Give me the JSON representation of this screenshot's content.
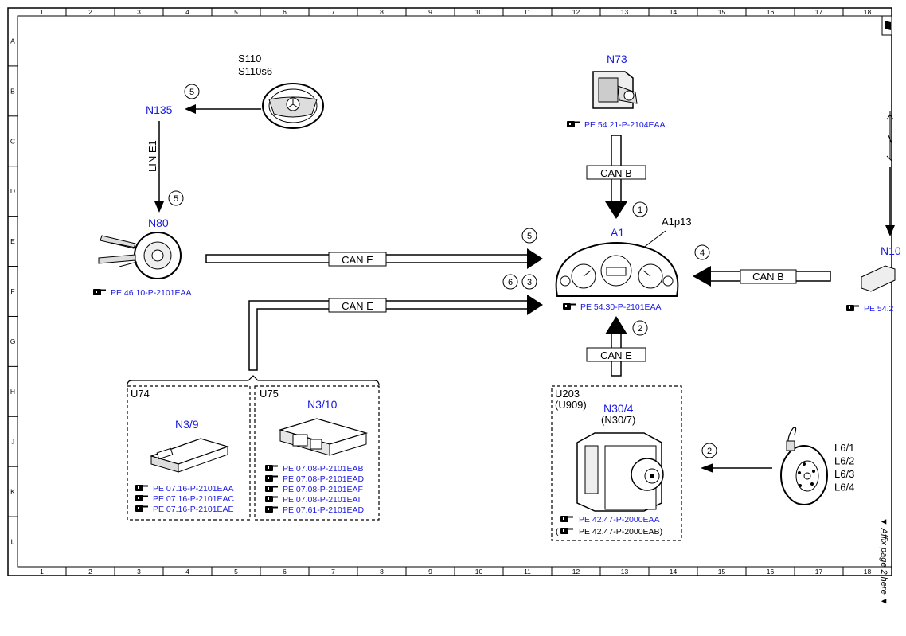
{
  "grid": {
    "cols": [
      "1",
      "2",
      "3",
      "4",
      "5",
      "6",
      "7",
      "8",
      "9",
      "10",
      "11",
      "12",
      "13",
      "14",
      "15",
      "16",
      "17",
      "18"
    ],
    "rows": [
      "A",
      "B",
      "C",
      "D",
      "E",
      "F",
      "G",
      "H",
      "J",
      "K",
      "L"
    ]
  },
  "side_note": "▼ Affix page 2 here ▼",
  "buses": {
    "lin_e1": "LIN E1",
    "can_e": "CAN E",
    "can_b": "CAN B"
  },
  "components": {
    "s110": "S110",
    "s110s6": "S110s6",
    "n135": "N135",
    "n80": "N80",
    "n80_ref": "PE 46.10-P-2101EAA",
    "n73": "N73",
    "n73_ref": "PE 54.21-P-2104EAA",
    "a1": "A1",
    "a1p13": "A1p13",
    "a1_ref": "PE 54.30-P-2101EAA",
    "n10": "N10",
    "n10_ref": "PE 54.2",
    "u74": "U74",
    "n3_9": "N3/9",
    "n3_9_refs": [
      "PE 07.16-P-2101EAA",
      "PE 07.16-P-2101EAC",
      "PE 07.16-P-2101EAE"
    ],
    "u75": "U75",
    "n3_10": "N3/10",
    "n3_10_refs": [
      "PE 07.08-P-2101EAB",
      "PE 07.08-P-2101EAD",
      "PE 07.08-P-2101EAF",
      "PE 07.08-P-2101EAI",
      "PE 07.61-P-2101EAD"
    ],
    "u203": "U203",
    "u909": "(U909)",
    "n30_4": "N30/4",
    "n30_7": "(N30/7)",
    "n30_ref1": "PE 42.47-P-2000EAA",
    "n30_ref2": "PE 42.47-P-2000EAB)",
    "n30_ref2_open": "(",
    "l6": [
      "L6/1",
      "L6/2",
      "L6/3",
      "L6/4"
    ]
  },
  "steps": {
    "s5a": "5",
    "s5b": "5",
    "s5c": "5",
    "s1": "1",
    "s2a": "2",
    "s2b": "2",
    "s3": "3",
    "s4": "4",
    "s6": "6"
  }
}
